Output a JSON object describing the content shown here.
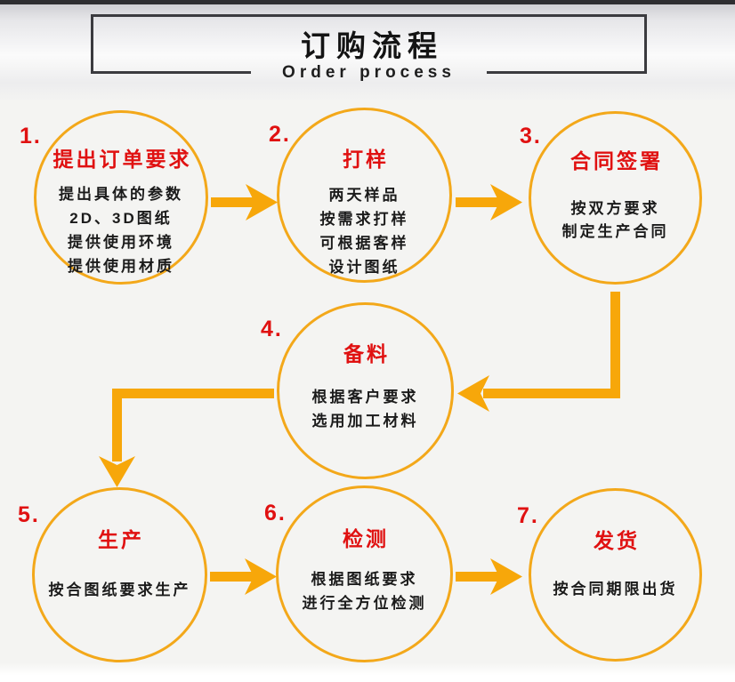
{
  "colors": {
    "arrow": "#F7A70A",
    "circle_border": "#F3A81A",
    "step_red": "#E01111",
    "text": "#1B1B1B",
    "header_border": "#3B3B3F",
    "top_bar": "#2E2E31"
  },
  "header": {
    "title": "订购流程",
    "subtitle": "Order process"
  },
  "steps": [
    {
      "number": "1.",
      "title": "提出订单要求",
      "lines": [
        "提出具体的参数",
        "2D、3D图纸",
        "提供使用环境",
        "提供使用材质"
      ]
    },
    {
      "number": "2.",
      "title": "打样",
      "lines": [
        "两天样品",
        "按需求打样",
        "可根据客样",
        "设计图纸"
      ]
    },
    {
      "number": "3.",
      "title": "合同签署",
      "lines": [
        "按双方要求",
        "制定生产合同"
      ]
    },
    {
      "number": "4.",
      "title": "备料",
      "lines": [
        "根据客户要求",
        "选用加工材料"
      ]
    },
    {
      "number": "5.",
      "title": "生产",
      "lines": [
        "按合图纸要求生产"
      ]
    },
    {
      "number": "6.",
      "title": "检测",
      "lines": [
        "根据图纸要求",
        "进行全方位检测"
      ]
    },
    {
      "number": "7.",
      "title": "发货",
      "lines": [
        "按合同期限出货"
      ]
    }
  ]
}
